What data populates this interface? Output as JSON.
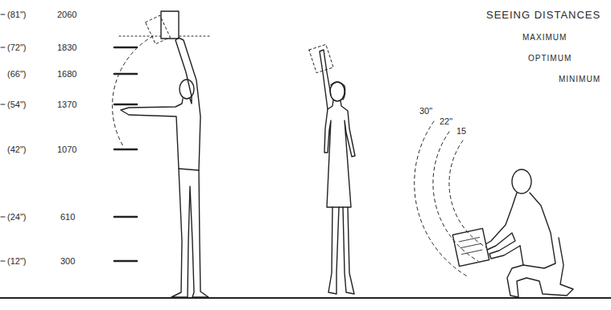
{
  "diagram": {
    "title": "SEEING DISTANCES",
    "labels": [
      "(81\")",
      "2060",
      "(72\")",
      "1830",
      "(66\")",
      "1680",
      "(54\")",
      "1370",
      "(42\")",
      "1070",
      "(24\")",
      "610",
      "(12\")",
      "300",
      "MAXIMUM",
      "OPTIMUM",
      "MINIMUM",
      "30\"",
      "22\"",
      "15"
    ]
  }
}
